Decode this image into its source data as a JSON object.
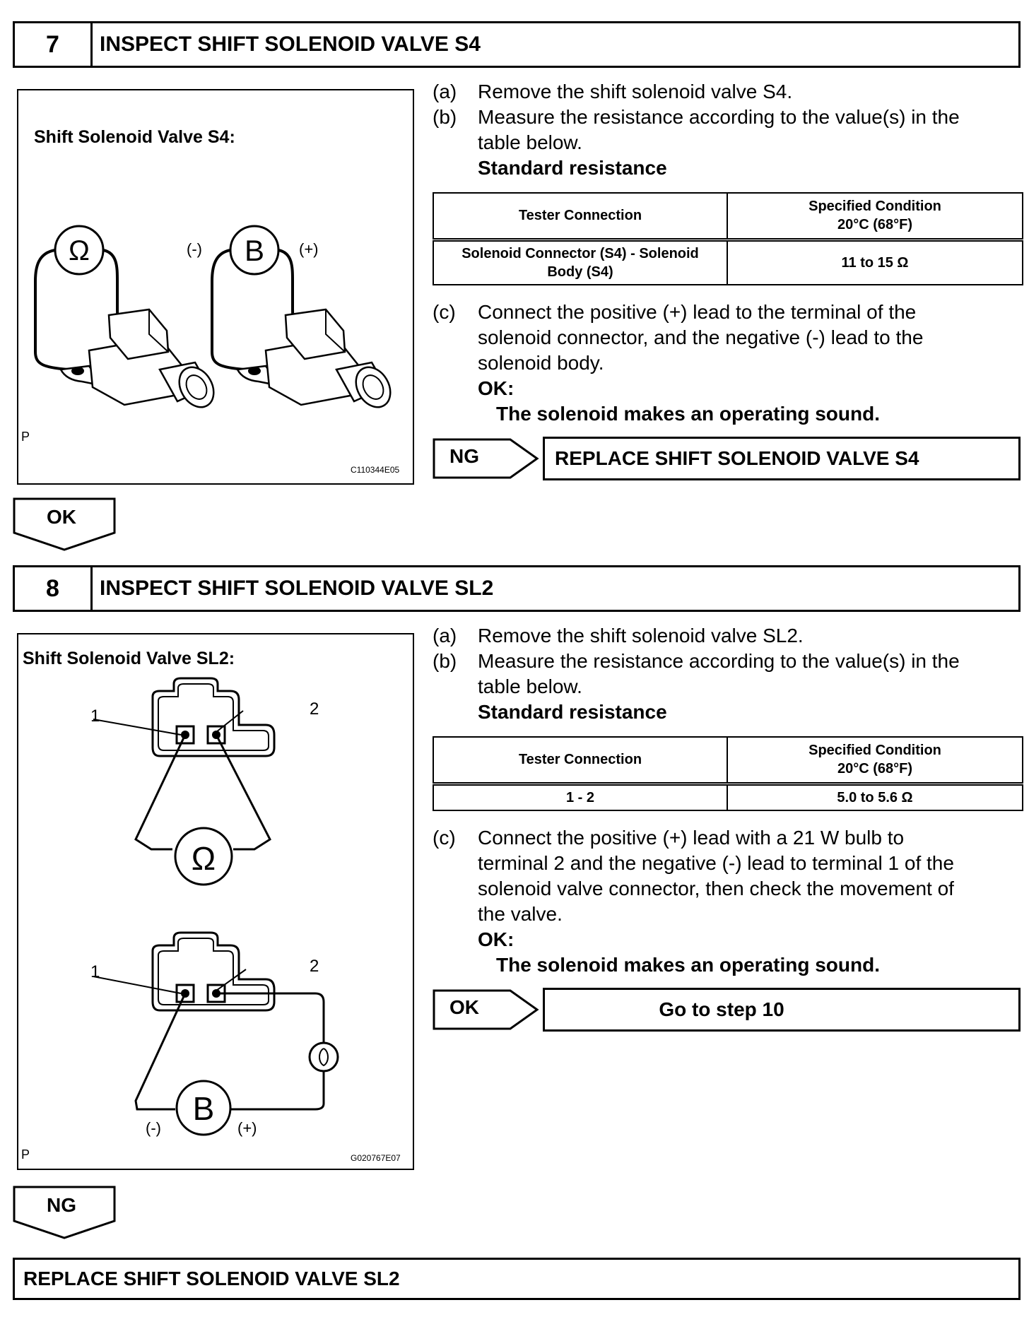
{
  "step7": {
    "number": "7",
    "title": "INSPECT SHIFT SOLENOID VALVE S4",
    "figure": {
      "title": "Shift Solenoid Valve S4:",
      "meter_symbol": "Ω",
      "battery_symbol": "B",
      "minus": "(-)",
      "plus": "(+)",
      "corner_letter": "P",
      "code": "C110344E05"
    },
    "instructions": {
      "a_marker": "(a)",
      "a_text": "Remove the shift solenoid valve S4.",
      "b_marker": "(b)",
      "b_text_line1": "Measure the resistance according to the value(s) in the",
      "b_text_line2": "table below.",
      "standard": "Standard resistance",
      "c_marker": "(c)",
      "c_text_line1": "Connect the positive (+) lead to the terminal of the",
      "c_text_line2": "solenoid connector, and the negative (-) lead to the",
      "c_text_line3": "solenoid body.",
      "ok_label": "OK:",
      "ok_text": "The solenoid makes an operating sound."
    },
    "table": {
      "col1_header": "Tester Connection",
      "col2_header_line1": "Specified Condition",
      "col2_header_line2": "20°C (68°F)",
      "row1_col1_line1": "Solenoid Connector (S4) - Solenoid",
      "row1_col1_line2": "Body (S4)",
      "row1_col2": "11 to 15 Ω"
    },
    "result": {
      "tag": "NG",
      "action": "REPLACE SHIFT SOLENOID VALVE S4"
    },
    "flow_tag": "OK"
  },
  "step8": {
    "number": "8",
    "title": "INSPECT SHIFT SOLENOID VALVE SL2",
    "figure": {
      "title": "Shift Solenoid Valve SL2:",
      "terminal_1": "1",
      "terminal_2": "2",
      "meter_symbol": "Ω",
      "battery_symbol": "B",
      "minus": "(-)",
      "plus": "(+)",
      "corner_letter": "P",
      "code": "G020767E07"
    },
    "instructions": {
      "a_marker": "(a)",
      "a_text": "Remove the shift solenoid valve SL2.",
      "b_marker": "(b)",
      "b_text_line1": "Measure the resistance according to the value(s) in the",
      "b_text_line2": "table below.",
      "standard": "Standard resistance",
      "c_marker": "(c)",
      "c_text_line1": "Connect the positive (+) lead with a 21 W bulb to",
      "c_text_line2": "terminal 2 and the negative (-) lead to terminal 1 of the",
      "c_text_line3": "solenoid valve connector, then check the movement of",
      "c_text_line4": "the valve.",
      "ok_label": "OK:",
      "ok_text": "The solenoid makes an operating sound."
    },
    "table": {
      "col1_header": "Tester Connection",
      "col2_header_line1": "Specified Condition",
      "col2_header_line2": "20°C (68°F)",
      "row1_col1": "1 - 2",
      "row1_col2": "5.0 to 5.6 Ω"
    },
    "result": {
      "tag": "OK",
      "action": "Go to step 10"
    },
    "flow_tag": "NG"
  },
  "final_action": "REPLACE SHIFT SOLENOID VALVE SL2"
}
